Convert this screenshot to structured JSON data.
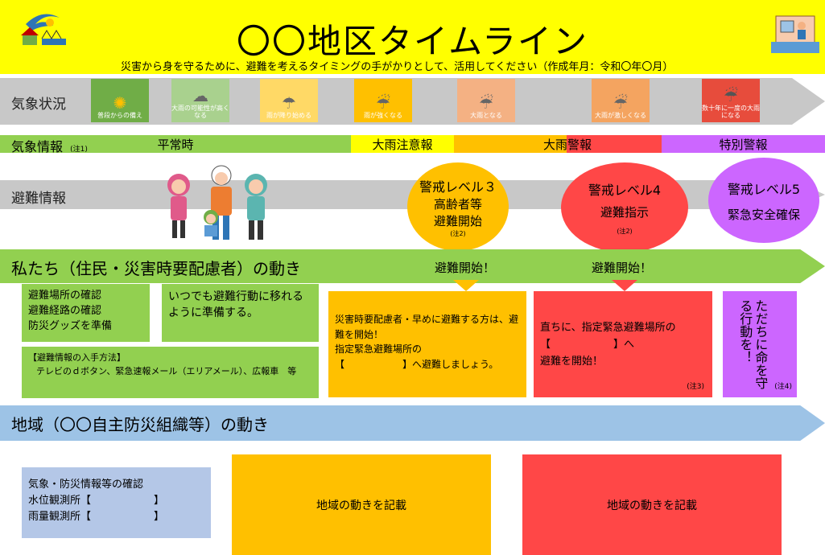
{
  "header": {
    "title": "〇〇地区タイムライン",
    "subtitle": "災害から身を守るために、避難を考えるタイミングの手がかりとして、活用してください（作成年月：令和〇年〇月）"
  },
  "rows": {
    "weather_status": "気象状況",
    "weather_info": "気象情報",
    "weather_info_note": "(注1)",
    "evac_info": "避難情報",
    "residents": "私たち（住民・災害時要配慮者）の動き",
    "community": "地域（〇〇自主防災組織等）の動き"
  },
  "weather_panels": [
    {
      "label": "普段からの備え",
      "color": "#70ad47",
      "icon": "sun-icon"
    },
    {
      "label": "大雨の可能性が高くなる",
      "color": "#a9d18e",
      "icon": "cloud-icon"
    },
    {
      "label": "雨が降り始める",
      "color": "#ffd966",
      "icon": "light-rain-icon"
    },
    {
      "label": "雨が強くなる",
      "color": "#ffc000",
      "icon": "rain-icon"
    },
    {
      "label": "大雨となる",
      "color": "#f4b183",
      "icon": "heavy-rain-icon"
    },
    {
      "label": "大雨が激しくなる",
      "color": "#f4a460",
      "icon": "heavy-rain-icon"
    },
    {
      "label": "数十年に一度の大雨になる",
      "color": "#e74c3c",
      "icon": "extreme-rain-icon"
    }
  ],
  "bands": {
    "normal": "平常時",
    "advisory": "大雨注意報",
    "warning": "大雨警報",
    "special": "特別警報"
  },
  "levels": {
    "l3": {
      "title": "警戒レベル３",
      "line1": "高齢者等",
      "line2": "避難開始",
      "note": "(注2)"
    },
    "l4": {
      "title": "警戒レベル4",
      "line1": "避難指示",
      "note": "(注2)"
    },
    "l5": {
      "title": "警戒レベル5",
      "line1": "緊急安全確保"
    }
  },
  "start_labels": {
    "a": "避難開始！",
    "b": "避難開始！"
  },
  "boxes": {
    "prep": [
      "避難場所の確認",
      "避難経路の確認",
      "防災グッズを準備"
    ],
    "ready": "いつでも避難行動に移れるように準備する。",
    "howto_title": "【避難情報の入手方法】",
    "howto_body": "テレビのｄボタン、緊急速報メール（エリアメール）、広報車　等",
    "orange_lines": [
      "災害時要配慮者・早めに避難する方は、避難を開始！",
      "指定緊急避難場所の",
      "【　　　　　　】へ避難しましょう。"
    ],
    "red_lines": [
      "直ちに、指定緊急避難場所の",
      "【　　　　　　】へ",
      "避難を開始！"
    ],
    "red_note": "(注3)",
    "purple_text": "ただちに命を守る行動を！",
    "purple_note": "(注4)",
    "community_info": [
      "気象・防災情報等の確認",
      "水位観測所【　　　　　　】",
      "雨量観測所【　　　　　　】"
    ],
    "community_orange": "地域の動きを記載",
    "community_red": "地域の動きを記載"
  }
}
